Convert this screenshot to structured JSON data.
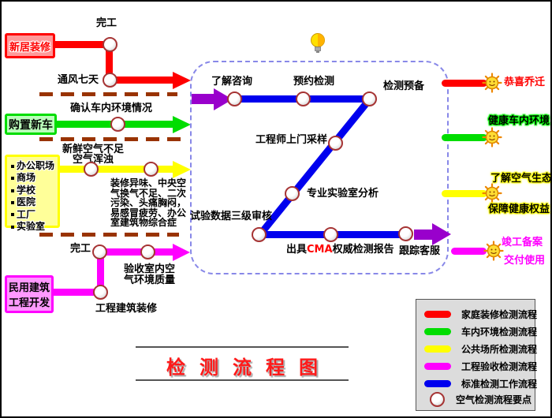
{
  "title": "检测流程图",
  "colors": {
    "red": "#FF0000",
    "green": "#00DD00",
    "yellow": "#FFFF00",
    "magenta": "#FF00FF",
    "blue": "#0000EE",
    "purple": "#9900CC",
    "separator": "#993300",
    "boundary": "#8888E8"
  },
  "icons": {
    "sun-icon": "☀",
    "lightbulb-icon": "💡"
  },
  "red_flow": {
    "source": "新居装修",
    "step1": "完工",
    "step2": "通风七天",
    "outcome": "恭喜乔迁"
  },
  "green_flow": {
    "source": "购置新车",
    "step1": "确认车内环境情况",
    "outcome": "健康车内环境"
  },
  "yellow_flow": {
    "source_items": [
      "办公职场",
      "商场",
      "学校",
      "医院",
      "工厂",
      "实验室"
    ],
    "step1_lines": [
      "新鲜空气不足",
      "空气浑浊"
    ],
    "step2_lines": [
      "装修异味、中央空",
      "气换气不足、二次",
      "污染、头痛胸闷，",
      "易感冒疲劳、办公",
      "室建筑物综合症"
    ],
    "outcome1": "了解空气生态",
    "outcome2": "保障健康权益"
  },
  "magenta_flow": {
    "source_lines": [
      "民用建筑",
      "工程开发"
    ],
    "step1": "工程建筑装修",
    "step2": "完工",
    "step3_lines": [
      "验收室内空",
      "气环境质量"
    ],
    "outcome_lines": [
      "竣工备案",
      "交付使用"
    ]
  },
  "process": {
    "step1": "了解咨询",
    "step2": "预约检测",
    "step3": "检测预备",
    "step4": "工程师上门采样",
    "step5": "专业实验室分析",
    "step6": "试验数据三级审核",
    "step7_prefix": "出具",
    "step7_highlight": "CMA",
    "step7_suffix": "权威检测报告",
    "step8": "跟踪客服"
  },
  "legend": {
    "items": [
      {
        "label": "家庭装修检测流程",
        "color": "#FF0000"
      },
      {
        "label": "车内环境检测流程",
        "color": "#00DD00"
      },
      {
        "label": "公共场所检测流程",
        "color": "#FFFF00"
      },
      {
        "label": "工程验收检测流程",
        "color": "#FF00FF"
      },
      {
        "label": "标准检测工作流程",
        "color": "#0000EE"
      },
      {
        "label": "空气检测流程要点",
        "color": "node"
      }
    ]
  }
}
